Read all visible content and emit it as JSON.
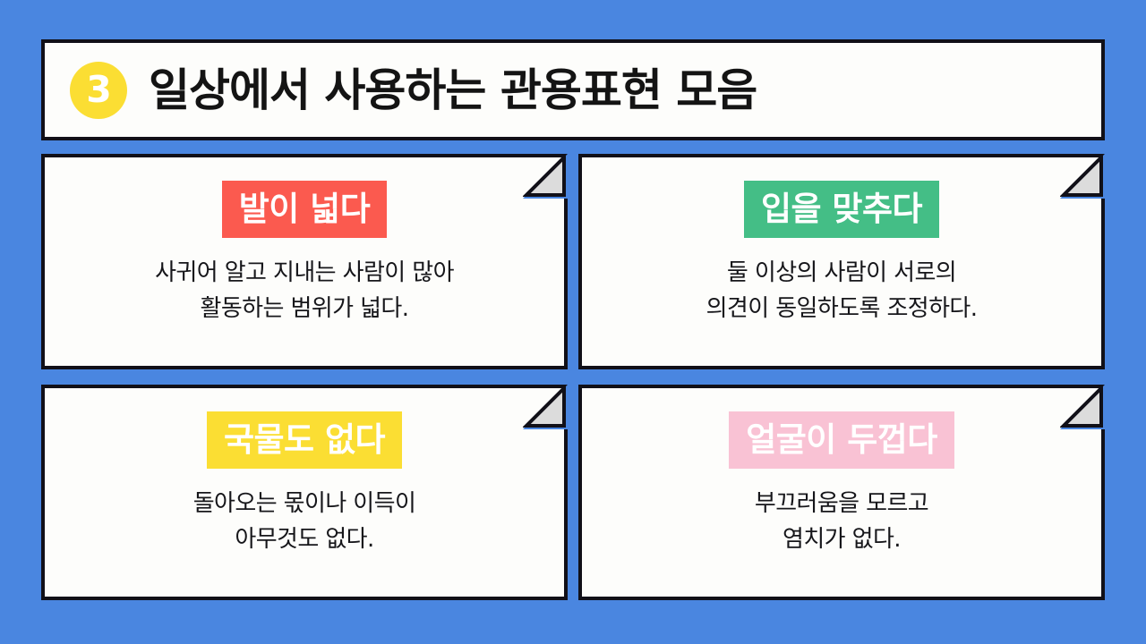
{
  "slide": {
    "background_color": "#4a86e0",
    "card_background": "#fdfdfb",
    "border_color": "#111018",
    "fold_color": "#dcdcdc"
  },
  "header": {
    "badge_number": "3",
    "badge_color": "#fbde33",
    "title": "일상에서 사용하는 관용표현 모음"
  },
  "cards": [
    {
      "phrase": "발이 넓다",
      "highlight_color": "#fb5a4f",
      "meaning": "사귀어 알고 지내는 사람이 많아\n활동하는 범위가 넓다."
    },
    {
      "phrase": "입을 맞추다",
      "highlight_color": "#44be86",
      "meaning": "둘 이상의 사람이 서로의\n의견이 동일하도록 조정하다."
    },
    {
      "phrase": "국물도 없다",
      "highlight_color": "#fbde33",
      "meaning": "돌아오는 몫이나 이득이\n아무것도 없다."
    },
    {
      "phrase": "얼굴이 두껍다",
      "highlight_color": "#f9c2d4",
      "meaning": "부끄러움을 모르고\n염치가 없다."
    }
  ]
}
